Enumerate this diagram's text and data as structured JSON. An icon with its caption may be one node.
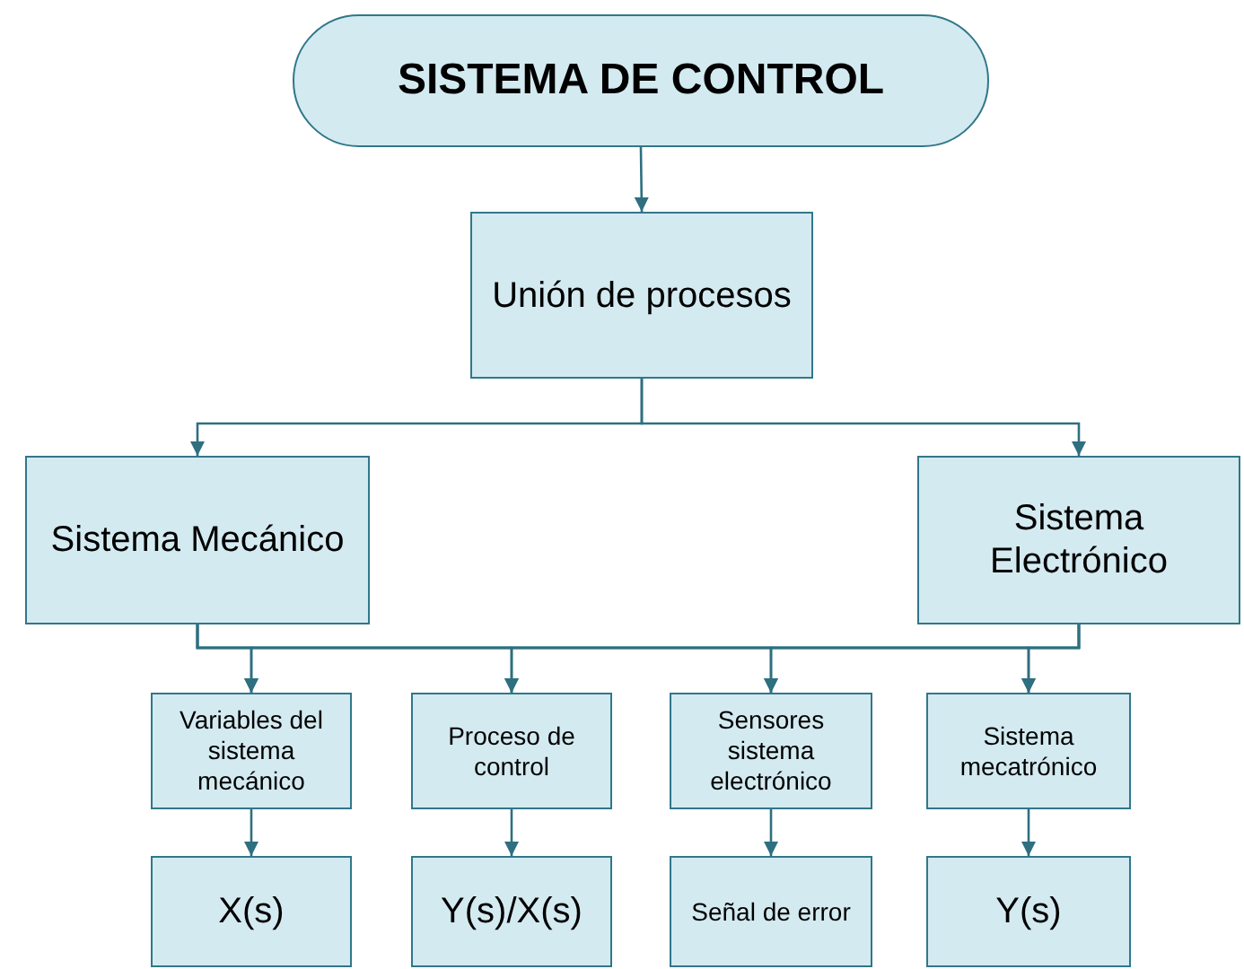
{
  "diagram": {
    "nodes": [
      {
        "text": [
          "SISTEMA DE CONTROL"
        ]
      },
      {
        "text": [
          "Unión de procesos"
        ]
      },
      {
        "text": [
          "Sistema Mecánico"
        ]
      },
      {
        "text": [
          "Sistema Electrónico"
        ]
      },
      {
        "text": [
          "Variables del sistema mecánico"
        ]
      },
      {
        "text": [
          "Proceso de control"
        ]
      },
      {
        "text": [
          "Sensores sistema electrónico"
        ]
      },
      {
        "text": [
          "Sistema mecatrónico"
        ]
      },
      {
        "text": [
          "X(s)"
        ]
      },
      {
        "text": [
          "Y(s)/X(s)"
        ]
      },
      {
        "text": [
          "Señal de error"
        ]
      },
      {
        "text": [
          "Y(s)"
        ]
      }
    ],
    "edges": [
      {
        "from": 0,
        "to": 1,
        "arrow": "to"
      },
      {
        "from": 1,
        "to": 2,
        "arrow": "to"
      },
      {
        "from": 1,
        "to": 3,
        "arrow": "to"
      },
      {
        "from": 2,
        "to": 4,
        "arrow": "to"
      },
      {
        "from": 2,
        "to": 5,
        "arrow": "to"
      },
      {
        "from": 2,
        "to": 6,
        "arrow": "to"
      },
      {
        "from": 2,
        "to": 7,
        "arrow": "to"
      },
      {
        "from": 3,
        "to": 4,
        "arrow": "to"
      },
      {
        "from": 3,
        "to": 5,
        "arrow": "to"
      },
      {
        "from": 3,
        "to": 6,
        "arrow": "to"
      },
      {
        "from": 3,
        "to": 7,
        "arrow": "to"
      },
      {
        "from": 4,
        "to": 8,
        "arrow": "to"
      },
      {
        "from": 5,
        "to": 9,
        "arrow": "to"
      },
      {
        "from": 6,
        "to": 10,
        "arrow": "to"
      },
      {
        "from": 7,
        "to": 11,
        "arrow": "to"
      }
    ]
  }
}
